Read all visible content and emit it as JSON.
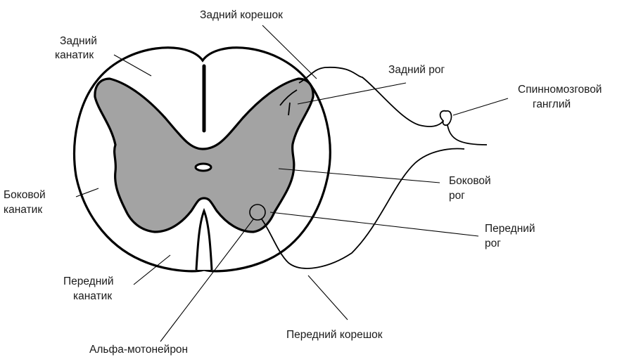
{
  "labels": {
    "posterior_root": "Задний корешок",
    "posterior_funiculus_1": "Задний",
    "posterior_funiculus_2": "канатик",
    "posterior_horn": "Задний рог",
    "spinal_ganglion_1": "Спинномозговой",
    "spinal_ganglion_2": "ганглий",
    "lateral_horn_1": "Боковой",
    "lateral_horn_2": "рог",
    "lateral_funiculus_1": "Боковой",
    "lateral_funiculus_2": "канатик",
    "anterior_horn_1": "Передний",
    "anterior_horn_2": "рог",
    "anterior_funiculus_1": "Передний",
    "anterior_funiculus_2": "канатик",
    "anterior_root": "Передний корешок",
    "alpha_motoneuron": "Альфа-мотонейрон"
  },
  "colors": {
    "grey_matter": "#a3a3a3",
    "white_matter": "#ffffff",
    "outline": "#000000"
  }
}
